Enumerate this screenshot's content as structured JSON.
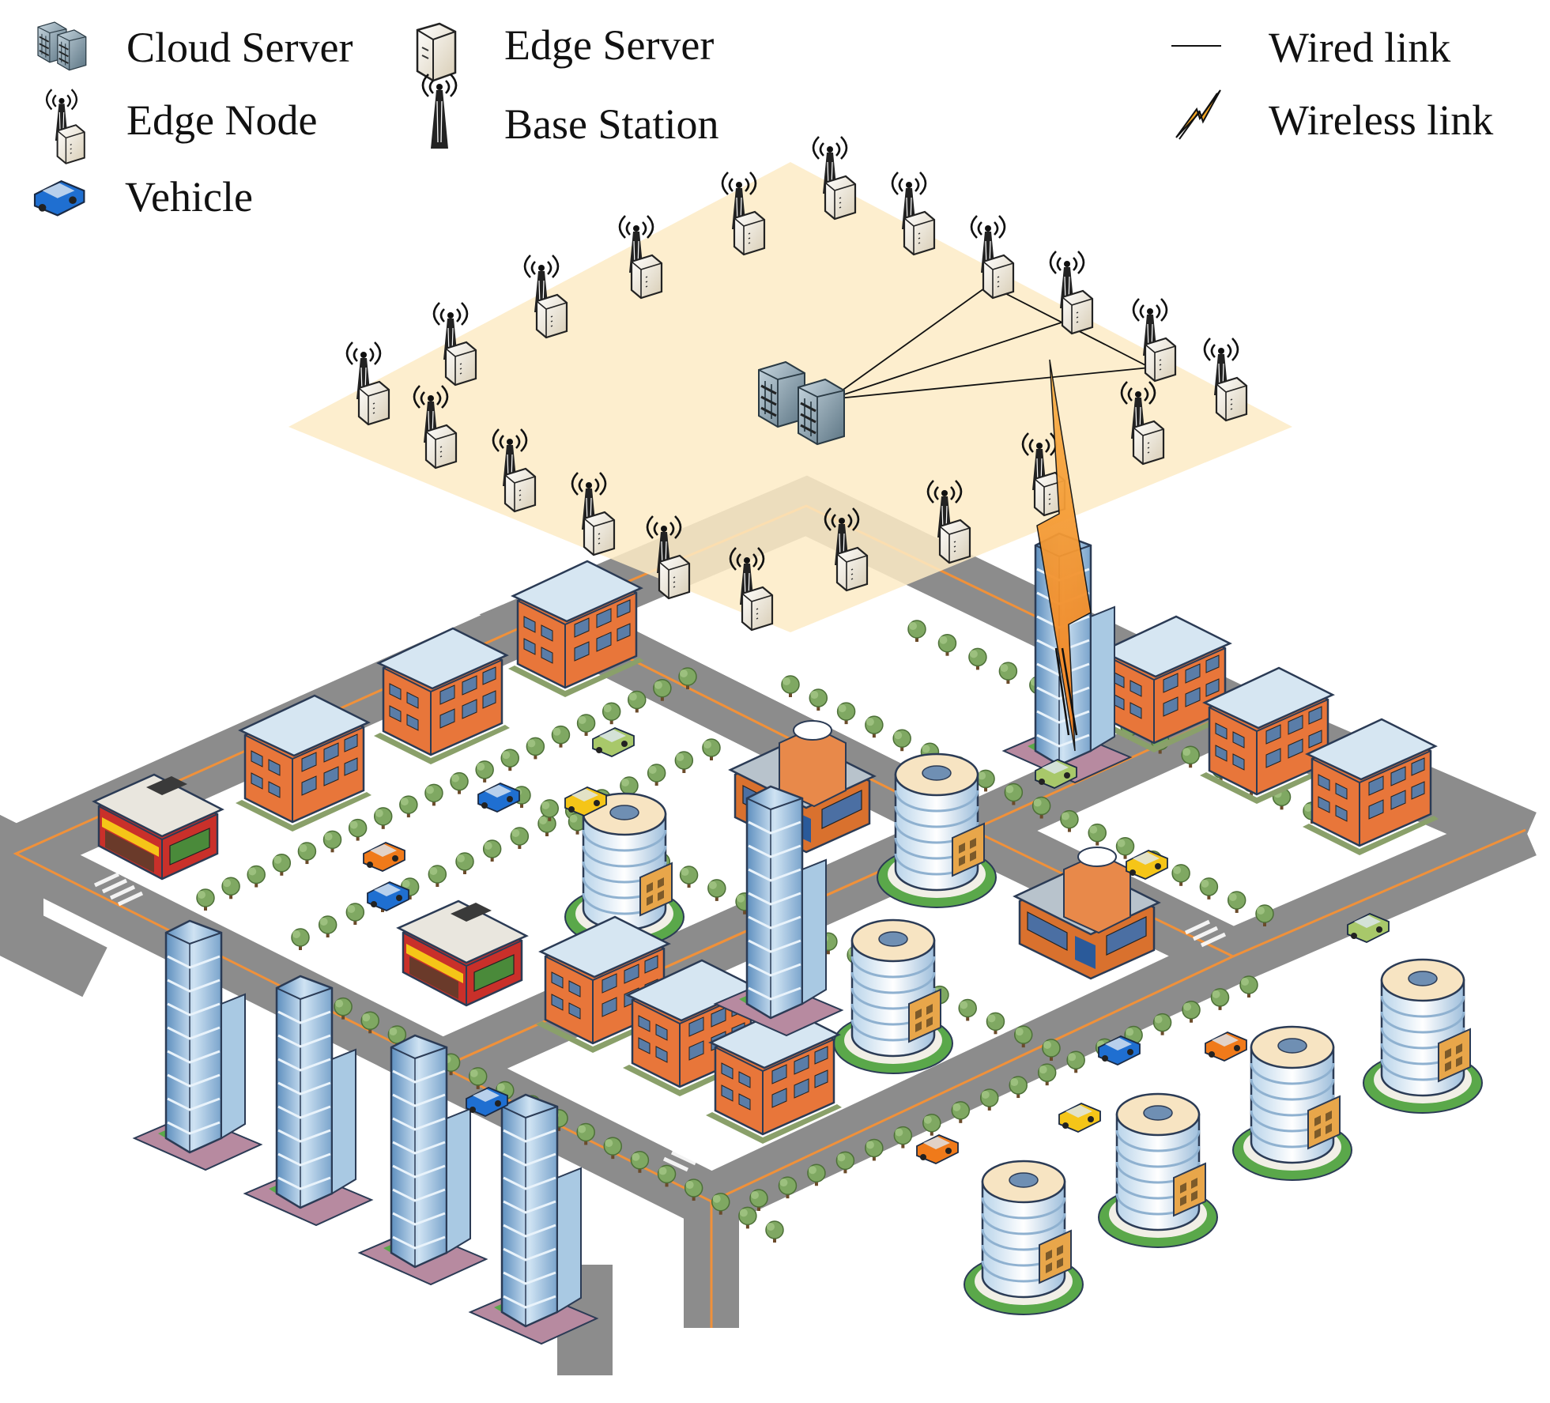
{
  "legend": {
    "cloud_server": "Cloud Server",
    "edge_server": "Edge Server",
    "edge_node": "Edge Node",
    "base_station": "Base Station",
    "vehicle": "Vehicle",
    "wired_link": "Wired link",
    "wireless_link": "Wireless link"
  },
  "colors": {
    "edge_plane": "#fdebc6",
    "road": "#8c8c8c",
    "road_marking": "#f0913a",
    "sidewalk": "#dcdcdc",
    "tree": "#6f9a58",
    "building_orange": "#e8763a",
    "building_roof": "#d6e6f2",
    "tower_blue": "#8fb6d6",
    "vehicle_blue": "#1f6fd1",
    "vehicle_orange": "#f07a1a",
    "vehicle_green": "#a8c86a",
    "vehicle_yellow": "#f5c518",
    "wireless_bolt": "#f5a623",
    "cloud_server": "#6f8796"
  },
  "icons": {
    "cloud_server": "server-rack-icon",
    "edge_server": "edge-server-icon",
    "edge_node": "antenna-box-icon",
    "base_station": "antenna-tower-icon",
    "vehicle": "car-icon",
    "wired_link": "line-icon",
    "wireless_link": "lightning-bolt-icon"
  }
}
